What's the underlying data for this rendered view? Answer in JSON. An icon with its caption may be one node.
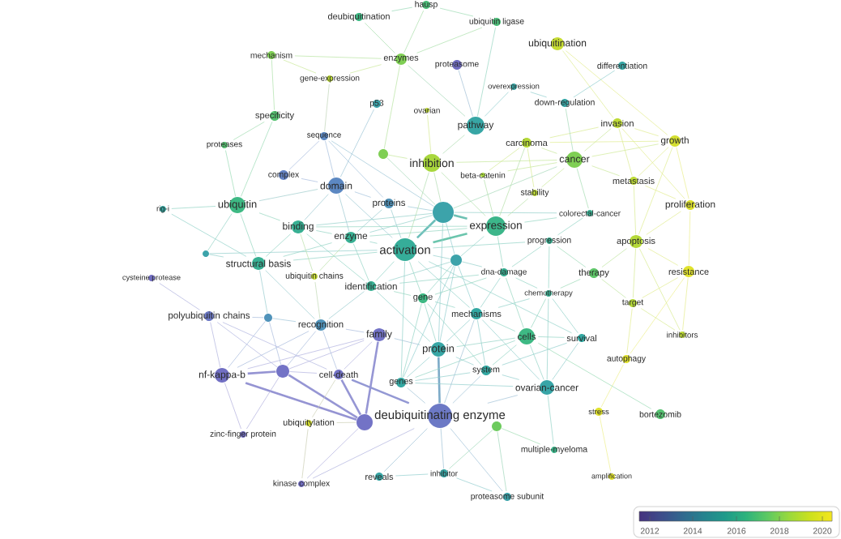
{
  "diagram": {
    "nodes": [
      {
        "text": [
          "hausp"
        ]
      },
      {
        "text": [
          "deubiquitination"
        ]
      },
      {
        "text": [
          "ubiquitin ligase"
        ]
      },
      {
        "text": [
          "ubiquitination"
        ]
      },
      {
        "text": [
          "mechanism"
        ]
      },
      {
        "text": [
          "enzymes"
        ]
      },
      {
        "text": [
          "proteasome"
        ]
      },
      {
        "text": [
          "differentiation"
        ]
      },
      {
        "text": [
          "gene-expression"
        ]
      },
      {
        "text": [
          "overexpression"
        ]
      },
      {
        "text": [
          "down-regulation"
        ]
      },
      {
        "text": [
          "p53"
        ]
      },
      {
        "text": [
          "ovarian"
        ]
      },
      {
        "text": [
          "specificity"
        ]
      },
      {
        "text": [
          "invasion"
        ]
      },
      {
        "text": [
          "pathway"
        ]
      },
      {
        "text": [
          "sequence"
        ]
      },
      {
        "text": [
          "growth"
        ]
      },
      {
        "text": [
          "carcinoma"
        ]
      },
      {
        "text": [
          "proteases"
        ]
      },
      {
        "text": [],
        "shape": "circle"
      },
      {
        "text": [
          "cancer"
        ]
      },
      {
        "text": [
          "inhibition"
        ]
      },
      {
        "text": [
          "complex"
        ]
      },
      {
        "text": [
          "beta-catenin"
        ]
      },
      {
        "text": [
          "metastasis"
        ]
      },
      {
        "text": [
          "domain"
        ]
      },
      {
        "text": [
          "stability"
        ]
      },
      {
        "text": [
          "proteins"
        ]
      },
      {
        "text": [
          "ubiquitin"
        ]
      },
      {
        "text": [
          "proliferation"
        ]
      },
      {
        "text": [
          "rig-i"
        ]
      },
      {
        "text": [],
        "shape": "circle"
      },
      {
        "text": [
          "colorectal-cancer"
        ]
      },
      {
        "text": [
          "expression"
        ]
      },
      {
        "text": [
          "binding"
        ]
      },
      {
        "text": [
          "enzyme"
        ]
      },
      {
        "text": [
          "progression"
        ]
      },
      {
        "text": [
          "apoptosis"
        ]
      },
      {
        "text": [
          "activation"
        ]
      },
      {
        "text": [],
        "shape": "circle"
      },
      {
        "text": [],
        "shape": "circle"
      },
      {
        "text": [
          "structural basis"
        ]
      },
      {
        "text": [
          "resistance"
        ]
      },
      {
        "text": [
          "dna-damage"
        ]
      },
      {
        "text": [
          "therapy"
        ]
      },
      {
        "text": [
          "ubiquitin chains"
        ]
      },
      {
        "text": [
          "cysteine protease"
        ]
      },
      {
        "text": [
          "identification"
        ]
      },
      {
        "text": [
          "chemotherapy"
        ]
      },
      {
        "text": [
          "gene"
        ]
      },
      {
        "text": [
          "target"
        ]
      },
      {
        "text": [
          "mechanisms"
        ]
      },
      {
        "text": [
          "polyubiquitin chains"
        ]
      },
      {
        "text": [],
        "shape": "circle"
      },
      {
        "text": [
          "recognition"
        ]
      },
      {
        "text": [
          "family"
        ]
      },
      {
        "text": [
          "cells"
        ]
      },
      {
        "text": [
          "survival"
        ]
      },
      {
        "text": [
          "inhibitors"
        ]
      },
      {
        "text": [
          "protein"
        ]
      },
      {
        "text": [
          "autophagy"
        ]
      },
      {
        "text": [
          "nf-kappa-b"
        ]
      },
      {
        "text": [],
        "shape": "circle"
      },
      {
        "text": [
          "cell-death"
        ]
      },
      {
        "text": [
          "genes"
        ]
      },
      {
        "text": [
          "system"
        ]
      },
      {
        "text": [
          "ovarian-cancer"
        ]
      },
      {
        "text": [
          "stress"
        ]
      },
      {
        "text": [
          "bortezomib"
        ]
      },
      {
        "text": [],
        "shape": "circle"
      },
      {
        "text": [
          "deubiquitinating enzyme"
        ]
      },
      {
        "text": [
          "ubiquitylation"
        ]
      },
      {
        "text": [],
        "shape": "circle"
      },
      {
        "text": [
          "zinc-finger protein"
        ]
      },
      {
        "text": [
          "multiple-myeloma"
        ]
      },
      {
        "text": [
          "reveals"
        ]
      },
      {
        "text": [
          "inhibitor"
        ]
      },
      {
        "text": [
          "amplification"
        ]
      },
      {
        "text": [
          "kinase complex"
        ]
      },
      {
        "text": [
          "proteasome subunit"
        ]
      }
    ],
    "edges": [
      {
        "from": 32,
        "to": 39,
        "arrow": "none",
        "style": "thick"
      },
      {
        "from": 32,
        "to": 41,
        "arrow": "none"
      },
      {
        "from": 34,
        "to": 39,
        "arrow": "none",
        "style": "thick"
      },
      {
        "from": 36,
        "to": 39,
        "arrow": "none"
      },
      {
        "from": 32,
        "to": 34,
        "arrow": "none",
        "style": "thick"
      },
      {
        "from": 39,
        "to": 48,
        "arrow": "none"
      },
      {
        "from": 39,
        "to": 41,
        "arrow": "none"
      },
      {
        "from": 39,
        "to": 50,
        "arrow": "none"
      },
      {
        "from": 35,
        "to": 42,
        "arrow": "none"
      },
      {
        "from": 62,
        "to": 63,
        "arrow": "none",
        "style": "thick"
      },
      {
        "from": 64,
        "to": 70,
        "arrow": "none",
        "style": "thick"
      },
      {
        "from": 34,
        "to": 44,
        "arrow": "none"
      },
      {
        "from": 52,
        "to": 60,
        "arrow": "none"
      },
      {
        "from": 29,
        "to": 42,
        "arrow": "none"
      },
      {
        "from": 39,
        "to": 52,
        "arrow": "none"
      },
      {
        "from": 35,
        "to": 36,
        "arrow": "none"
      },
      {
        "from": 29,
        "to": 35,
        "arrow": "none"
      },
      {
        "from": 56,
        "to": 70,
        "arrow": "none",
        "style": "thick"
      },
      {
        "from": 16,
        "to": 26,
        "arrow": "none"
      },
      {
        "from": 23,
        "to": 26,
        "arrow": "none"
      },
      {
        "from": 60,
        "to": 65,
        "arrow": "none"
      },
      {
        "from": 63,
        "to": 70,
        "arrow": "none",
        "style": "thick"
      },
      {
        "from": 20,
        "to": 22,
        "arrow": "none"
      },
      {
        "from": 32,
        "to": 60,
        "arrow": "none"
      },
      {
        "from": 60,
        "to": 66,
        "arrow": "none"
      },
      {
        "from": 28,
        "to": 32,
        "arrow": "none"
      },
      {
        "from": 57,
        "to": 67,
        "arrow": "none"
      },
      {
        "from": 39,
        "to": 42,
        "arrow": "none"
      },
      {
        "from": 34,
        "to": 41,
        "arrow": "none"
      },
      {
        "from": 64,
        "to": 71,
        "arrow": "none",
        "style": "thick"
      },
      {
        "from": 26,
        "to": 28,
        "arrow": "none"
      },
      {
        "from": 63,
        "to": 64,
        "arrow": "none"
      },
      {
        "from": 56,
        "to": 64,
        "arrow": "none"
      },
      {
        "from": 9,
        "to": 15,
        "arrow": "none"
      },
      {
        "from": 52,
        "to": 57,
        "arrow": "none"
      },
      {
        "from": 36,
        "to": 48,
        "arrow": "none"
      },
      {
        "from": 66,
        "to": 67,
        "arrow": "none"
      },
      {
        "from": 28,
        "to": 39,
        "arrow": "none"
      },
      {
        "from": 18,
        "to": 21,
        "arrow": "none"
      },
      {
        "from": 52,
        "to": 66,
        "arrow": "none"
      },
      {
        "from": 53,
        "to": 62,
        "arrow": "none"
      },
      {
        "from": 56,
        "to": 63,
        "arrow": "none"
      },
      {
        "from": 57,
        "to": 66,
        "arrow": "none"
      },
      {
        "from": 21,
        "to": 22,
        "arrow": "none"
      },
      {
        "from": 32,
        "to": 36,
        "arrow": "none"
      },
      {
        "from": 60,
        "to": 71,
        "arrow": "none",
        "style": "thick"
      },
      {
        "from": 62,
        "to": 70,
        "arrow": "none",
        "style": "thick"
      },
      {
        "from": 39,
        "to": 65,
        "arrow": "none"
      },
      {
        "from": 41,
        "to": 52,
        "arrow": "none"
      },
      {
        "from": 41,
        "to": 60,
        "arrow": "none"
      },
      {
        "from": 38,
        "to": 51,
        "arrow": "none"
      },
      {
        "from": 58,
        "to": 67,
        "arrow": "none"
      },
      {
        "from": 36,
        "to": 42,
        "arrow": "none"
      },
      {
        "from": 57,
        "to": 60,
        "arrow": "none"
      },
      {
        "from": 49,
        "to": 57,
        "arrow": "none"
      },
      {
        "from": 54,
        "to": 55,
        "arrow": "none"
      },
      {
        "from": 34,
        "to": 36,
        "arrow": "none"
      },
      {
        "from": 52,
        "to": 67,
        "arrow": "none"
      },
      {
        "from": 44,
        "to": 57,
        "arrow": "none"
      },
      {
        "from": 14,
        "to": 21,
        "arrow": "none"
      },
      {
        "from": 22,
        "to": 34,
        "arrow": "none"
      },
      {
        "from": 25,
        "to": 38,
        "arrow": "none"
      },
      {
        "from": 26,
        "to": 39,
        "arrow": "none"
      },
      {
        "from": 30,
        "to": 43,
        "arrow": "none",
        "color": "#edee8c"
      },
      {
        "from": 50,
        "to": 60,
        "arrow": "none"
      },
      {
        "from": 57,
        "to": 58,
        "arrow": "none"
      },
      {
        "from": 35,
        "to": 48,
        "arrow": "none"
      },
      {
        "from": 17,
        "to": 30,
        "arrow": "none"
      },
      {
        "from": 32,
        "to": 35,
        "arrow": "none"
      },
      {
        "from": 62,
        "to": 74,
        "arrow": "none"
      },
      {
        "from": 34,
        "to": 35,
        "arrow": "none"
      },
      {
        "from": 22,
        "to": 39,
        "arrow": "none"
      },
      {
        "from": 22,
        "to": 32,
        "arrow": "none"
      },
      {
        "from": 13,
        "to": 29,
        "arrow": "none"
      },
      {
        "from": 14,
        "to": 17,
        "arrow": "none"
      },
      {
        "from": 44,
        "to": 52,
        "arrow": "none"
      },
      {
        "from": 19,
        "to": 29,
        "arrow": "none"
      },
      {
        "from": 38,
        "to": 43,
        "arrow": "none"
      },
      {
        "from": 48,
        "to": 50,
        "arrow": "none"
      },
      {
        "from": 12,
        "to": 22,
        "arrow": "none"
      },
      {
        "from": 56,
        "to": 62,
        "arrow": "none"
      },
      {
        "from": 33,
        "to": 34,
        "arrow": "none"
      },
      {
        "from": 65,
        "to": 71,
        "arrow": "none"
      },
      {
        "from": 14,
        "to": 25,
        "arrow": "none"
      },
      {
        "from": 53,
        "to": 63,
        "arrow": "none"
      },
      {
        "from": 3,
        "to": 14,
        "arrow": "none"
      },
      {
        "from": 15,
        "to": 22,
        "arrow": "none"
      },
      {
        "from": 5,
        "to": 20,
        "arrow": "none"
      },
      {
        "from": 67,
        "to": 71,
        "arrow": "none"
      },
      {
        "from": 17,
        "to": 25,
        "arrow": "none"
      },
      {
        "from": 30,
        "to": 38,
        "arrow": "none"
      },
      {
        "from": 55,
        "to": 56,
        "arrow": "none"
      },
      {
        "from": 48,
        "to": 60,
        "arrow": "none"
      },
      {
        "from": 21,
        "to": 25,
        "arrow": "none"
      },
      {
        "from": 55,
        "to": 63,
        "arrow": "none"
      },
      {
        "from": 50,
        "to": 52,
        "arrow": "none"
      },
      {
        "from": 16,
        "to": 23,
        "arrow": "none"
      },
      {
        "from": 65,
        "to": 66,
        "arrow": "none"
      },
      {
        "from": 37,
        "to": 39,
        "arrow": "none"
      },
      {
        "from": 26,
        "to": 35,
        "arrow": "none"
      },
      {
        "from": 70,
        "to": 79,
        "arrow": "none"
      },
      {
        "from": 21,
        "to": 27,
        "arrow": "none"
      },
      {
        "from": 17,
        "to": 38,
        "arrow": "none"
      },
      {
        "from": 41,
        "to": 44,
        "arrow": "none"
      },
      {
        "from": 71,
        "to": 77,
        "arrow": "none"
      },
      {
        "from": 61,
        "to": 68,
        "arrow": "none",
        "color": "#eeef8c"
      },
      {
        "from": 38,
        "to": 45,
        "arrow": "none"
      },
      {
        "from": 66,
        "to": 71,
        "arrow": "none"
      },
      {
        "from": 18,
        "to": 27,
        "arrow": "none"
      },
      {
        "from": 39,
        "to": 58,
        "arrow": "none"
      },
      {
        "from": 13,
        "to": 19,
        "arrow": "none"
      },
      {
        "from": 26,
        "to": 36,
        "arrow": "none"
      },
      {
        "from": 63,
        "to": 74,
        "arrow": "none"
      },
      {
        "from": 41,
        "to": 50,
        "arrow": "none"
      },
      {
        "from": 65,
        "to": 67,
        "arrow": "none"
      },
      {
        "from": 3,
        "to": 17,
        "arrow": "none"
      },
      {
        "from": 76,
        "to": 77,
        "arrow": "none"
      },
      {
        "from": 44,
        "to": 49,
        "arrow": "none"
      },
      {
        "from": 14,
        "to": 18,
        "arrow": "none"
      },
      {
        "from": 55,
        "to": 64,
        "arrow": "none"
      },
      {
        "from": 57,
        "to": 69,
        "arrow": "none"
      },
      {
        "from": 71,
        "to": 79,
        "arrow": "none"
      },
      {
        "from": 7,
        "to": 10,
        "arrow": "none"
      },
      {
        "from": 43,
        "to": 61,
        "arrow": "none",
        "color": "#eeef8c"
      },
      {
        "from": 40,
        "to": 42,
        "arrow": "none"
      },
      {
        "from": 9,
        "to": 10,
        "arrow": "none"
      },
      {
        "from": 0,
        "to": 5,
        "arrow": "none"
      },
      {
        "from": 29,
        "to": 31,
        "arrow": "none"
      },
      {
        "from": 0,
        "to": 2,
        "arrow": "none"
      },
      {
        "from": 37,
        "to": 44,
        "arrow": "none"
      },
      {
        "from": 17,
        "to": 21,
        "arrow": "none"
      },
      {
        "from": 67,
        "to": 75,
        "arrow": "none"
      },
      {
        "from": 54,
        "to": 63,
        "arrow": "none"
      },
      {
        "from": 29,
        "to": 40,
        "arrow": "none"
      },
      {
        "from": 4,
        "to": 13,
        "arrow": "none"
      },
      {
        "from": 57,
        "to": 65,
        "arrow": "none"
      },
      {
        "from": 25,
        "to": 30,
        "arrow": "none"
      },
      {
        "from": 58,
        "to": 66,
        "arrow": "none"
      },
      {
        "from": 77,
        "to": 80,
        "arrow": "none"
      },
      {
        "from": 52,
        "to": 71,
        "arrow": "none"
      },
      {
        "from": 0,
        "to": 1,
        "arrow": "none"
      },
      {
        "from": 56,
        "to": 60,
        "arrow": "none"
      },
      {
        "from": 41,
        "to": 48,
        "arrow": "none"
      },
      {
        "from": 38,
        "to": 59,
        "arrow": "none"
      },
      {
        "from": 4,
        "to": 5,
        "arrow": "none"
      },
      {
        "from": 1,
        "to": 5,
        "arrow": "none"
      },
      {
        "from": 33,
        "to": 37,
        "arrow": "none"
      },
      {
        "from": 43,
        "to": 51,
        "arrow": "none"
      },
      {
        "from": 21,
        "to": 32,
        "arrow": "none"
      },
      {
        "from": 49,
        "to": 52,
        "arrow": "none"
      },
      {
        "from": 68,
        "to": 78,
        "arrow": "none",
        "color": "#eeef8c"
      },
      {
        "from": 21,
        "to": 33,
        "arrow": "none"
      },
      {
        "from": 51,
        "to": 59,
        "arrow": "none"
      },
      {
        "from": 28,
        "to": 36,
        "arrow": "none"
      },
      {
        "from": 71,
        "to": 76,
        "arrow": "none"
      },
      {
        "from": 11,
        "to": 26,
        "arrow": "none"
      },
      {
        "from": 71,
        "to": 80,
        "arrow": "none"
      },
      {
        "from": 44,
        "to": 50,
        "arrow": "none"
      },
      {
        "from": 37,
        "to": 49,
        "arrow": "none"
      },
      {
        "from": 2,
        "to": 15,
        "arrow": "none"
      },
      {
        "from": 49,
        "to": 67,
        "arrow": "none"
      },
      {
        "from": 55,
        "to": 62,
        "arrow": "none"
      },
      {
        "from": 41,
        "to": 65,
        "arrow": "none"
      },
      {
        "from": 54,
        "to": 62,
        "arrow": "none"
      },
      {
        "from": 18,
        "to": 24,
        "arrow": "none"
      },
      {
        "from": 53,
        "to": 54,
        "arrow": "none"
      },
      {
        "from": 16,
        "to": 32,
        "arrow": "none"
      },
      {
        "from": 49,
        "to": 58,
        "arrow": "none"
      },
      {
        "from": 43,
        "to": 59,
        "arrow": "none"
      },
      {
        "from": 26,
        "to": 29,
        "arrow": "none"
      },
      {
        "from": 32,
        "to": 33,
        "arrow": "none"
      },
      {
        "from": 18,
        "to": 34,
        "arrow": "none"
      },
      {
        "from": 50,
        "to": 65,
        "arrow": "none"
      },
      {
        "from": 42,
        "to": 54,
        "arrow": "none"
      },
      {
        "from": 20,
        "to": 32,
        "arrow": "none"
      },
      {
        "from": 16,
        "to": 28,
        "arrow": "none"
      },
      {
        "from": 45,
        "to": 51,
        "arrow": "none"
      },
      {
        "from": 5,
        "to": 15,
        "arrow": "none"
      },
      {
        "from": 42,
        "to": 55,
        "arrow": "none"
      },
      {
        "from": 47,
        "to": 53,
        "arrow": "none"
      },
      {
        "from": 10,
        "to": 21,
        "arrow": "none"
      },
      {
        "from": 21,
        "to": 24,
        "arrow": "none"
      },
      {
        "from": 31,
        "to": 42,
        "arrow": "none"
      },
      {
        "from": 44,
        "to": 48,
        "arrow": "none"
      },
      {
        "from": 27,
        "to": 34,
        "arrow": "none"
      },
      {
        "from": 45,
        "to": 49,
        "arrow": "none"
      },
      {
        "from": 53,
        "to": 64,
        "arrow": "none"
      },
      {
        "from": 39,
        "to": 40,
        "arrow": "none"
      },
      {
        "from": 48,
        "to": 55,
        "arrow": "none"
      },
      {
        "from": 50,
        "to": 66,
        "arrow": "none"
      },
      {
        "from": 14,
        "to": 30,
        "arrow": "none"
      },
      {
        "from": 24,
        "to": 34,
        "arrow": "none"
      },
      {
        "from": 6,
        "to": 15,
        "arrow": "none"
      },
      {
        "from": 51,
        "to": 61,
        "arrow": "none"
      },
      {
        "from": 17,
        "to": 18,
        "arrow": "none"
      },
      {
        "from": 37,
        "to": 45,
        "arrow": "none"
      },
      {
        "from": 2,
        "to": 5,
        "arrow": "none"
      },
      {
        "from": 4,
        "to": 8,
        "arrow": "none"
      },
      {
        "from": 8,
        "to": 16,
        "arrow": "none"
      },
      {
        "from": 5,
        "to": 8,
        "arrow": "none"
      },
      {
        "from": 46,
        "to": 55,
        "arrow": "none"
      },
      {
        "from": 35,
        "to": 46,
        "arrow": "none"
      },
      {
        "from": 36,
        "to": 46,
        "arrow": "none"
      },
      {
        "from": 64,
        "to": 72,
        "arrow": "none"
      },
      {
        "from": 70,
        "to": 72,
        "arrow": "none"
      },
      {
        "from": 72,
        "to": 79,
        "arrow": "none"
      },
      {
        "from": 73,
        "to": 75,
        "arrow": "none"
      },
      {
        "from": 73,
        "to": 80,
        "arrow": "none"
      },
      {
        "from": 73,
        "to": 77,
        "arrow": "none"
      }
    ],
    "labels": [
      "2012",
      "2014",
      "2016",
      "2018",
      "2020"
    ]
  }
}
